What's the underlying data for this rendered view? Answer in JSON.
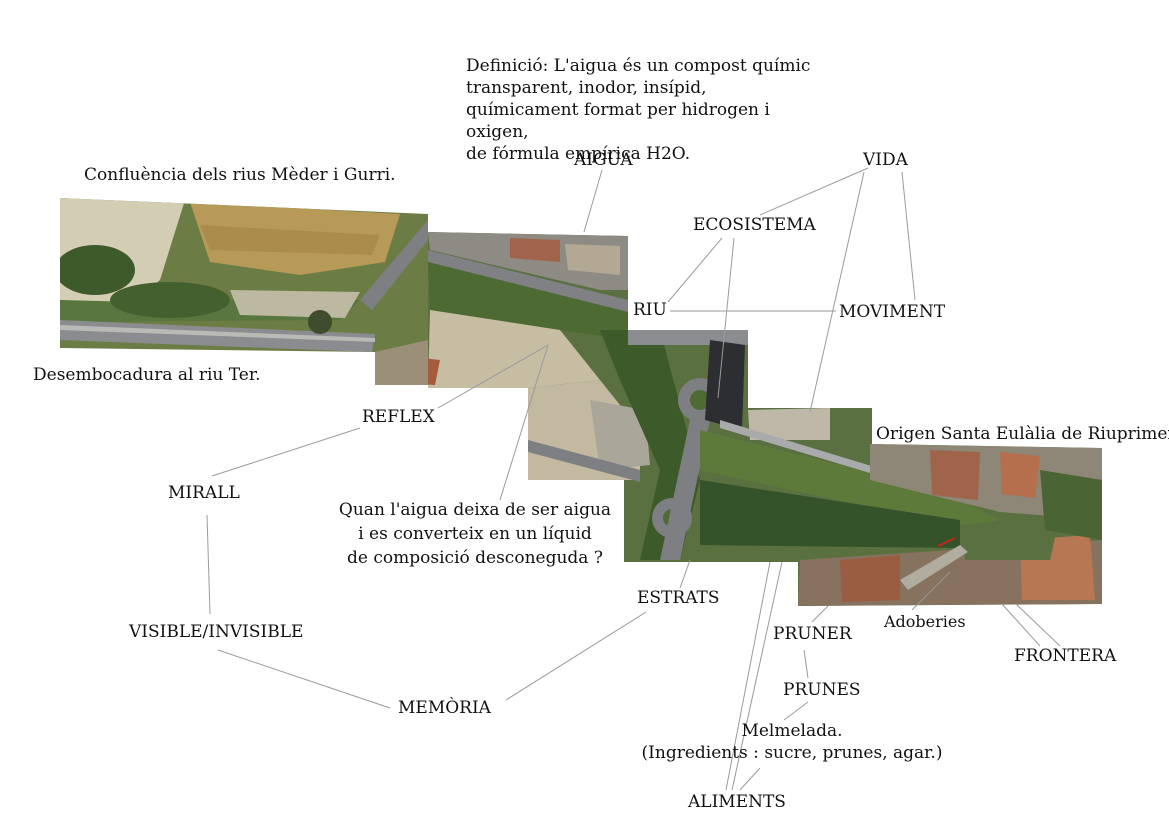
{
  "definition": {
    "lines": [
      "Definició: L'aigua és un compost químic",
      "transparent, inodor, insípid,",
      "químicament format per hidrogen i oxigen,",
      "de fórmula empírica H2O."
    ]
  },
  "confluence": "Confluència dels rius Mèder i Gurri.",
  "mouth": "Desembocadura al riu Ter.",
  "origin": "Origen Santa Eulàlia de Riuprimer.",
  "question": {
    "lines": [
      "Quan l'aigua deixa de ser aigua",
      "i es converteix en un líquid",
      "de composició desconeguda ?"
    ]
  },
  "jam": {
    "lines": [
      "Melmelada.",
      "(Ingredients : sucre, prunes, agar.)"
    ]
  },
  "concepts": {
    "aigua": "AIGUA",
    "vida": "VIDA",
    "ecosistema": "ECOSISTEMA",
    "riu": "RIU",
    "moviment": "MOVIMENT",
    "reflex": "REFLEX",
    "mirall": "MIRALL",
    "visible": "VISIBLE/INVISIBLE",
    "memoria": "MEMÒRIA",
    "estrats": "ESTRATS",
    "pruner": "PRUNER",
    "prunes": "PRUNES",
    "aliments": "ALIMENTS",
    "adoberies": "Adoberies",
    "frontera": "FRONTERA"
  },
  "colors": {
    "lines": "#9a9a9a",
    "field": "#c9c2a2",
    "vegetation": "#4f6b34",
    "road": "#7d7f82",
    "buildings": "#a56a4c",
    "river_green": "#3c5a2a"
  },
  "connections": [
    [
      "AIGUA",
      "photo"
    ],
    [
      "VIDA",
      "ECOSISTEMA"
    ],
    [
      "VIDA",
      "MOVIMENT"
    ],
    [
      "VIDA",
      "photo"
    ],
    [
      "ECOSISTEMA",
      "RIU"
    ],
    [
      "ECOSISTEMA",
      "photo"
    ],
    [
      "RIU",
      "MOVIMENT"
    ],
    [
      "REFLEX",
      "photo"
    ],
    [
      "REFLEX",
      "MIRALL"
    ],
    [
      "MIRALL",
      "VISIBLE/INVISIBLE"
    ],
    [
      "VISIBLE/INVISIBLE",
      "MEMÒRIA"
    ],
    [
      "MEMÒRIA",
      "ESTRATS"
    ],
    [
      "ESTRATS",
      "photo"
    ],
    [
      "PRUNER",
      "PRUNES"
    ],
    [
      "PRUNES",
      "Melmelada."
    ],
    [
      "Melmelada.",
      "ALIMENTS"
    ],
    [
      "ALIMENTS",
      "photo"
    ],
    [
      "Adoberies",
      "photo"
    ],
    [
      "FRONTERA",
      "photo"
    ]
  ]
}
